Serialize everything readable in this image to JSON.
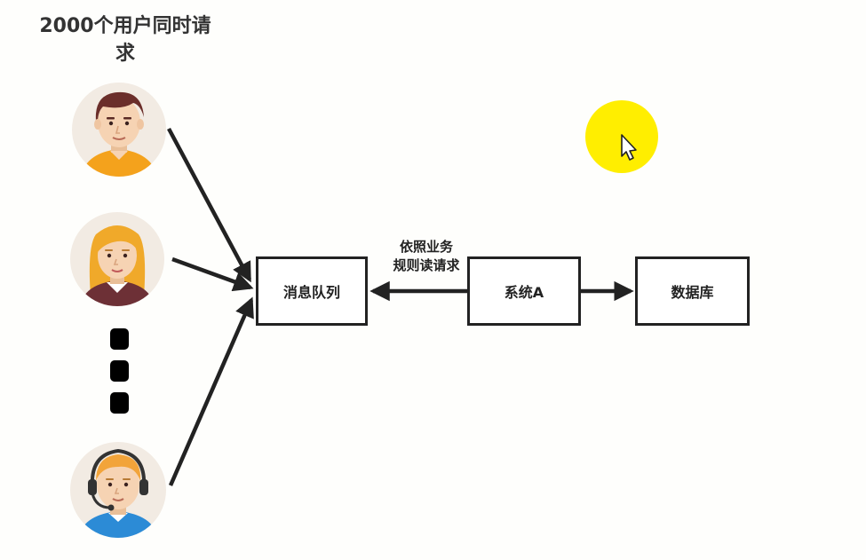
{
  "title_lines": [
    "2000个用户同时请",
    "求"
  ],
  "nodes": {
    "queue": "消息队列",
    "system": "系统A",
    "database": "数据库"
  },
  "edge_label_lines": [
    "依照业务",
    "规则读请求"
  ],
  "users": [
    "man",
    "woman",
    "support-agent"
  ],
  "cursor_highlight_color": "#ffee00",
  "colors": {
    "box_stroke": "#222222",
    "arrow": "#222222",
    "skin": "#f6d3b3",
    "man_hair": "#6b2e2a",
    "man_shirt": "#f4a21c",
    "woman_hair": "#f0a92a",
    "woman_dress": "#6d3036",
    "agent_hair": "#f2a43a",
    "agent_shirt": "#2c8bd6",
    "headset": "#333333"
  }
}
